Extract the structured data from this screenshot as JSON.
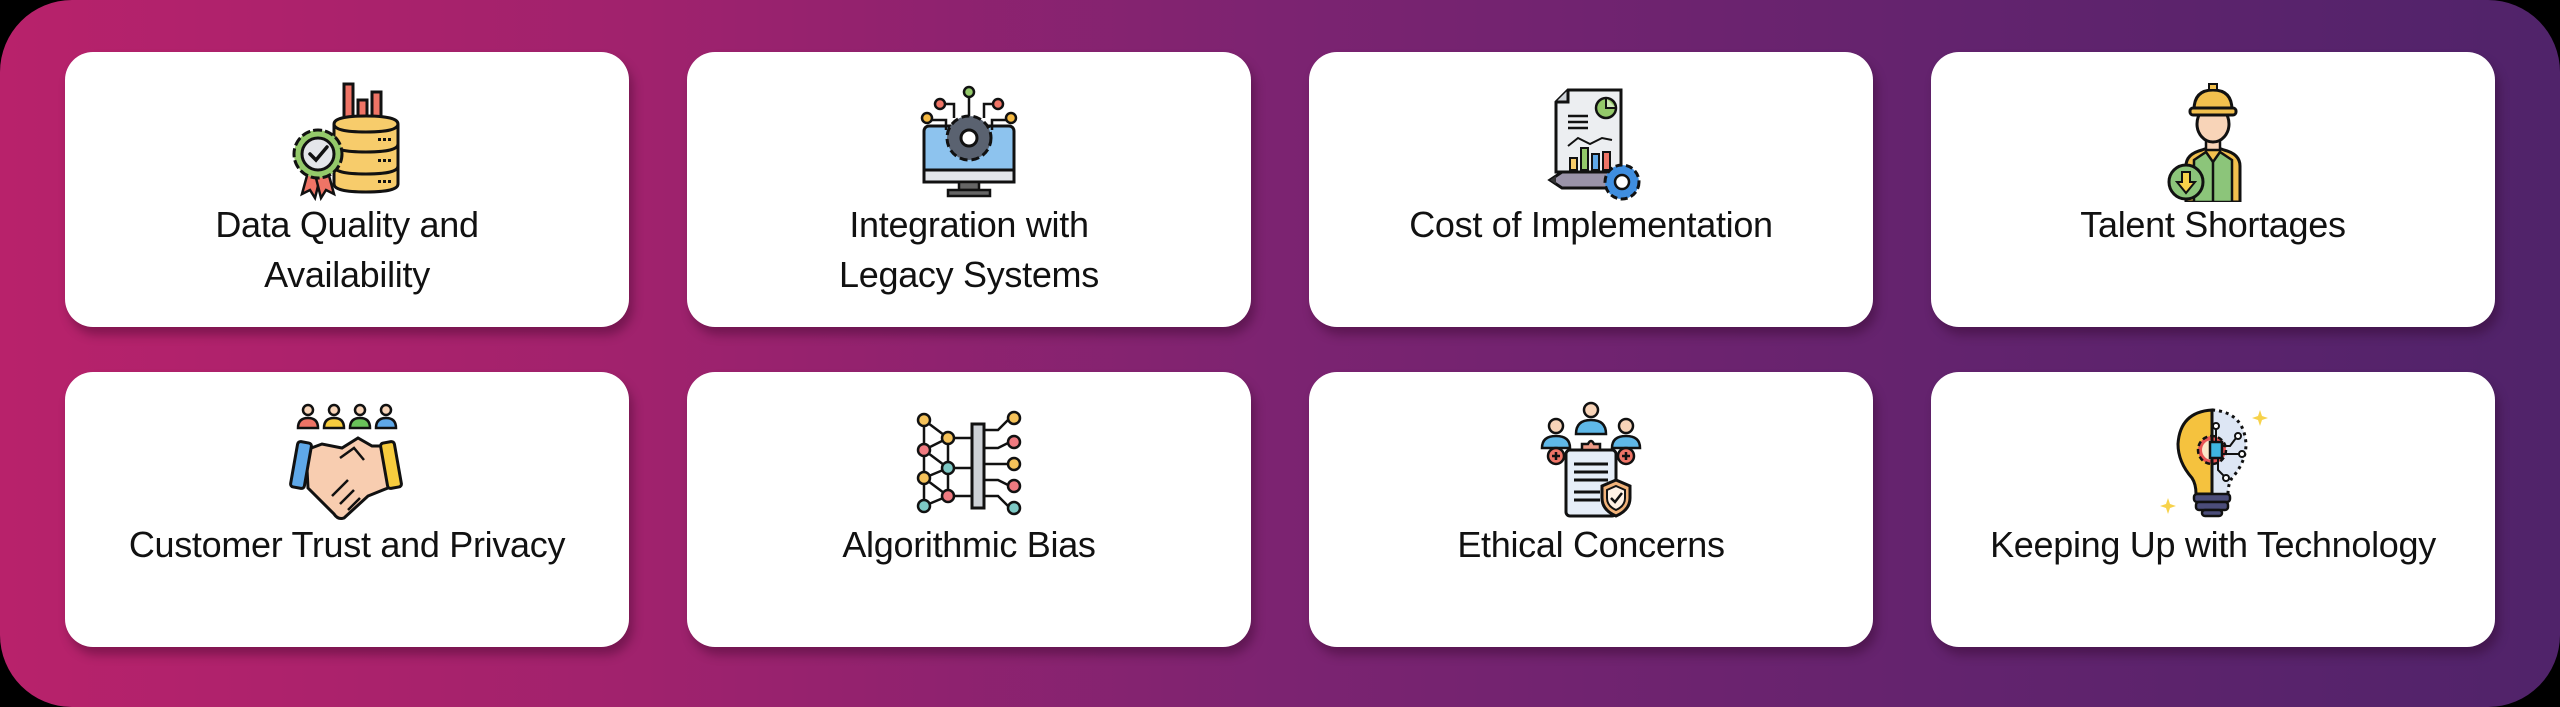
{
  "colors": {
    "gradient_left": "#b8226b",
    "gradient_mid": "#7c2371",
    "gradient_right": "#50236a",
    "card_bg": "#ffffff",
    "text": "#111111"
  },
  "cards": [
    {
      "label_line1": "Data Quality and",
      "label_line2": "Availability",
      "icon": "data-quality-icon"
    },
    {
      "label_line1": "Integration with",
      "label_line2": "Legacy Systems",
      "icon": "integration-icon"
    },
    {
      "label_line1": "Cost of Implementation",
      "label_line2": "",
      "icon": "cost-report-icon"
    },
    {
      "label_line1": "Talent Shortages",
      "label_line2": "",
      "icon": "worker-shortage-icon"
    },
    {
      "label_line1": "Customer Trust and Privacy",
      "label_line2": "",
      "icon": "handshake-icon"
    },
    {
      "label_line1": "Algorithmic Bias",
      "label_line2": "",
      "icon": "neural-network-icon"
    },
    {
      "label_line1": "Ethical Concerns",
      "label_line2": "",
      "icon": "ethics-clipboard-icon"
    },
    {
      "label_line1": "Keeping Up with Technology",
      "label_line2": "",
      "icon": "tech-bulb-icon"
    }
  ]
}
